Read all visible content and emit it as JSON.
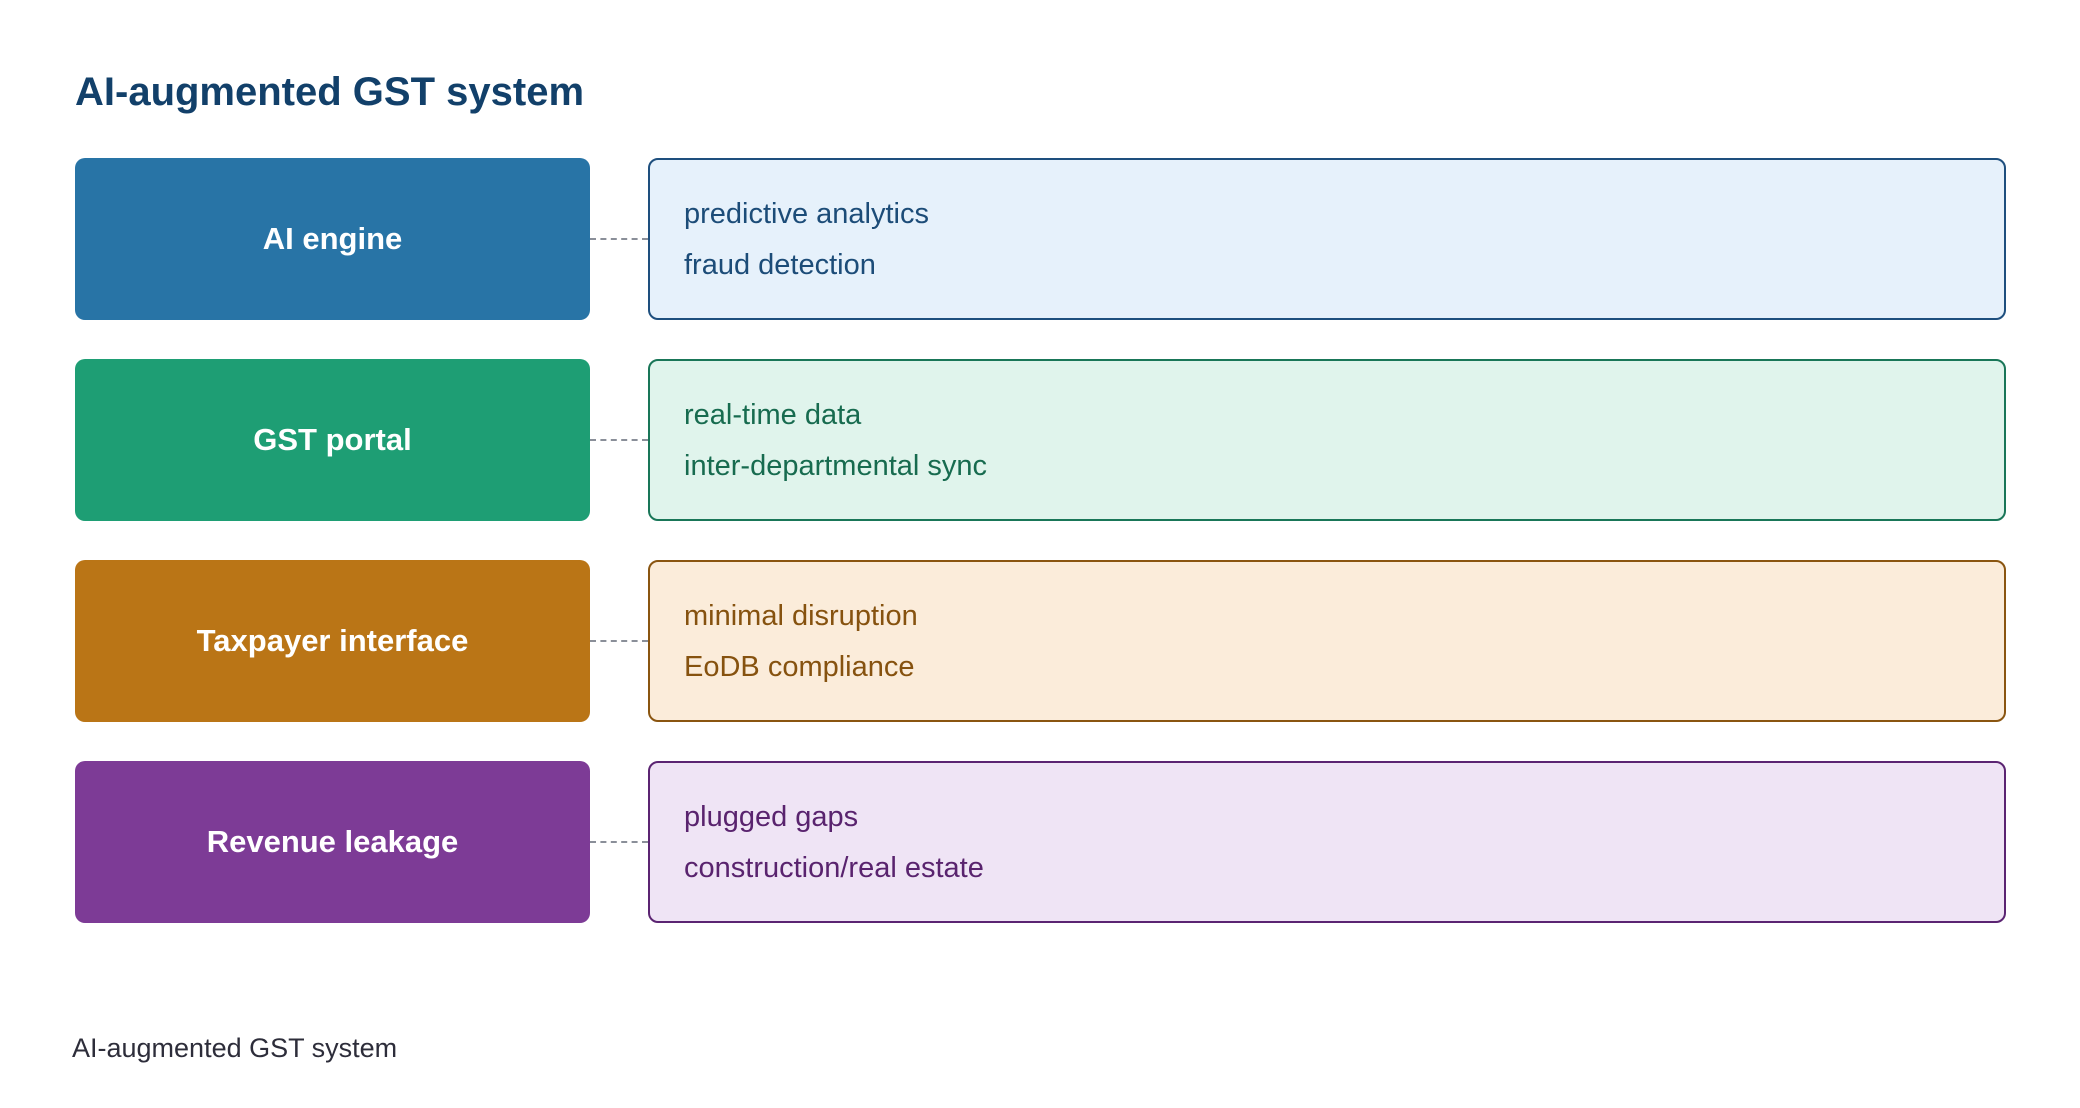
{
  "title": "AI-augmented GST system",
  "caption": "AI-augmented GST system",
  "rows": [
    {
      "label": "AI engine",
      "items": [
        "predictive analytics",
        "fraud detection"
      ],
      "colors": {
        "fill": "#2874a6",
        "panel_bg": "#e6f1fb",
        "panel_border": "#1e4f7e",
        "text": "#1c4c78"
      }
    },
    {
      "label": "GST portal",
      "items": [
        "real-time data",
        "inter-departmental sync"
      ],
      "colors": {
        "fill": "#1e9e74",
        "panel_bg": "#e0f4ec",
        "panel_border": "#197658",
        "text": "#176b4f"
      }
    },
    {
      "label": "Taxpayer interface",
      "items": [
        "minimal disruption",
        "EoDB compliance"
      ],
      "colors": {
        "fill": "#ba7516",
        "panel_bg": "#fbecda",
        "panel_border": "#8a5510",
        "text": "#86520f"
      }
    },
    {
      "label": "Revenue leakage",
      "items": [
        "plugged gaps",
        "construction/real estate"
      ],
      "colors": {
        "fill": "#7d3b96",
        "panel_bg": "#efe4f5",
        "panel_border": "#5b2472",
        "text": "#59236e"
      }
    }
  ]
}
